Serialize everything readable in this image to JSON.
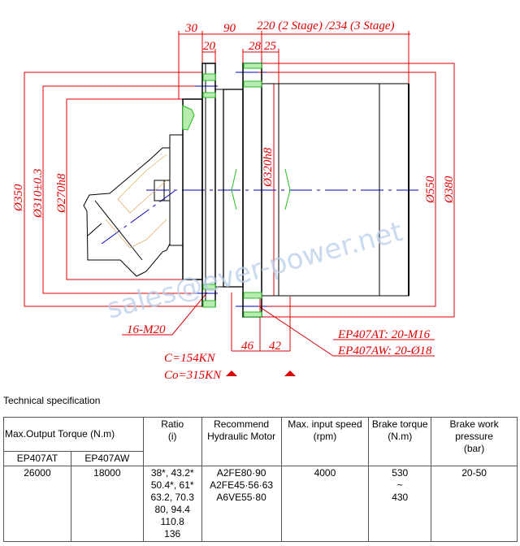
{
  "drawing": {
    "dims_top": {
      "d30": "30",
      "d90": "90",
      "d220": "220 (2  Stage) /234 (3  Stage)",
      "d20": "20",
      "d28": "28",
      "d25": "25"
    },
    "dims_left": {
      "d350": "Ø350",
      "d310": "Ø310±0.3",
      "d270": "Ø270h8"
    },
    "dims_right": {
      "d320": "Ø320h8",
      "d550": "Ø550",
      "d380": "Ø380"
    },
    "dims_bottom": {
      "d46": "46",
      "d42": "42"
    },
    "bolt_label": "16-M20",
    "ep407at_label": "EP407AT:  20-M16",
    "ep407aw_label": "EP407AW:  20-Ø18",
    "load_c": "C=154KN",
    "load_co": "Co=315KN",
    "watermark": "sales@ever-power.net",
    "colors": {
      "dim": "#e00000",
      "center": "#0000c0",
      "hatch": "#20c020",
      "watermark": "#b8cdea"
    }
  },
  "section_title": "Technical specification",
  "table": {
    "headers": {
      "torque": "Max.Output Torque (N.m)",
      "ratio": "Ratio\n(i)",
      "motor": "Recommend Hydraulic Motor",
      "speed": "Max. input speed\n(rpm)",
      "brake_torque": "Brake torque\n(N.m)",
      "brake_pressure": "Brake work pressure\n(bar)",
      "sub_at": "EP407AT",
      "sub_aw": "EP407AW"
    },
    "row": {
      "torque_at": "26000",
      "torque_aw": "18000",
      "ratio_lines": [
        "38*, 43.2*",
        "50.4*, 61*",
        "63.2, 70.3",
        "80, 94.4",
        "110.8",
        "136"
      ],
      "motor_lines": [
        "A2FE80·90",
        "A2FE45·56·63",
        "A6VE55·80"
      ],
      "speed": "4000",
      "brake_torque_lines": [
        "530",
        "~",
        "430"
      ],
      "brake_pressure": "20-50"
    }
  }
}
